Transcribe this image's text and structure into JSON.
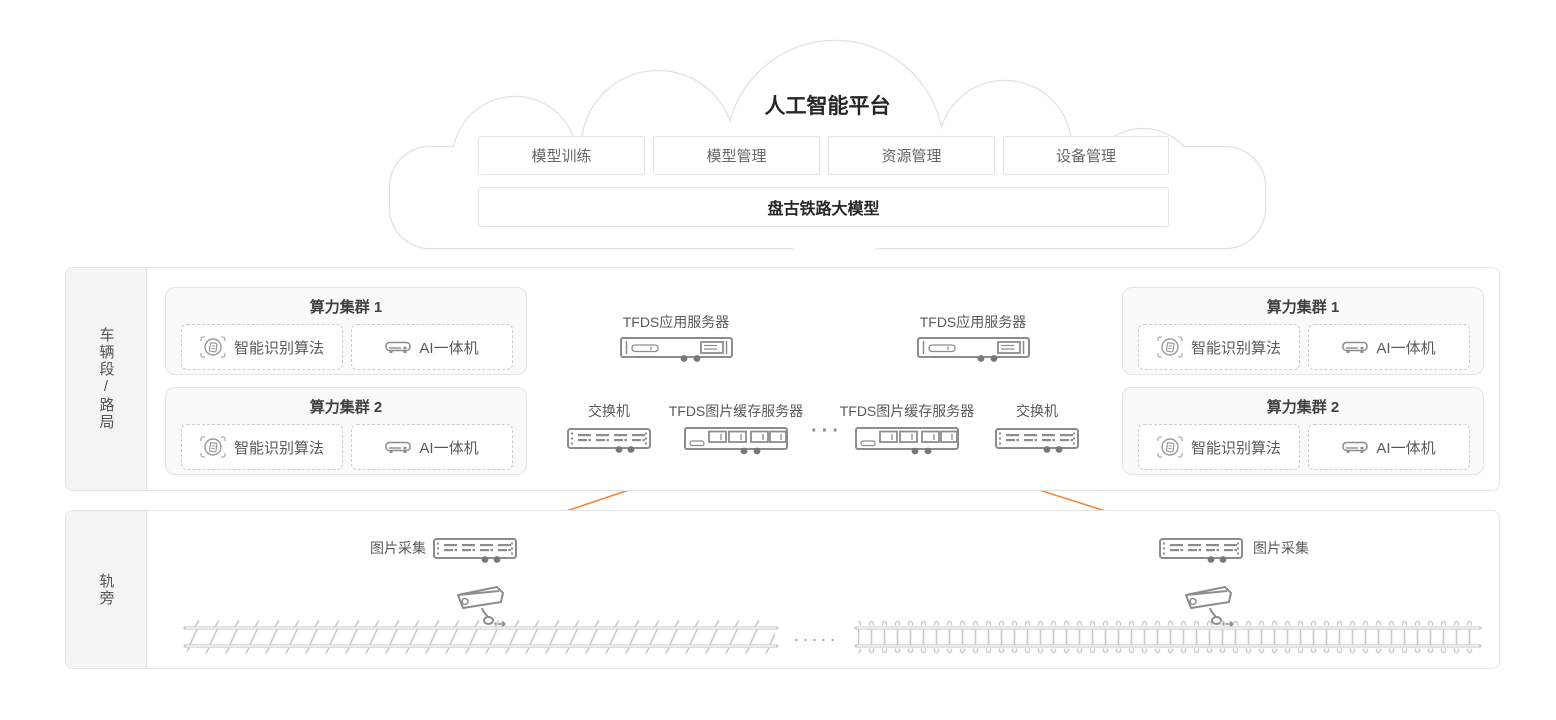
{
  "colors": {
    "accent_orange": "#F0883E",
    "icon_gray": "#8C8C8C",
    "border_gray": "#E3E3E3",
    "title_dark": "#262626",
    "label_gray": "#595959",
    "strip_bg": "#F4F4F4"
  },
  "cloud": {
    "title": "人工智能平台",
    "modules": [
      {
        "label": "模型训练"
      },
      {
        "label": "模型管理"
      },
      {
        "label": "资源管理"
      },
      {
        "label": "设备管理"
      }
    ],
    "model_bar": "盘古铁路大模型"
  },
  "depot_section": {
    "label": "车辆段/路局",
    "left_clusters": [
      {
        "title": "算力集群 1",
        "algo": "智能识别算法",
        "appliance": "AI一体机"
      },
      {
        "title": "算力集群 2",
        "algo": "智能识别算法",
        "appliance": "AI一体机"
      }
    ],
    "right_clusters": [
      {
        "title": "算力集群 1",
        "algo": "智能识别算法",
        "appliance": "AI一体机"
      },
      {
        "title": "算力集群 2",
        "algo": "智能识别算法",
        "appliance": "AI一体机"
      }
    ],
    "devices": {
      "app_server_left": "TFDS应用服务器",
      "app_server_right": "TFDS应用服务器",
      "switch_left": "交换机",
      "switch_right": "交换机",
      "cache_server_left": "TFDS图片缓存服务器",
      "cache_server_right": "TFDS图片缓存服务器",
      "ellipsis": "···"
    }
  },
  "trackside_section": {
    "label": "轨旁",
    "capture_left": "图片采集",
    "capture_right": "图片采集",
    "ellipsis": "·····"
  }
}
